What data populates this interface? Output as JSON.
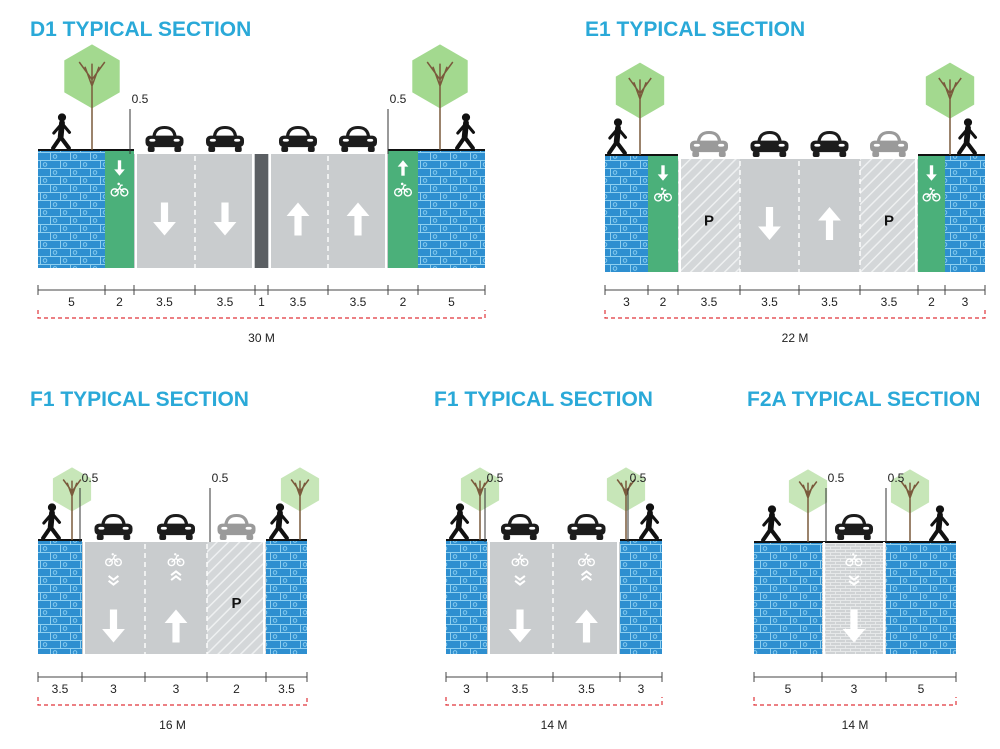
{
  "colors": {
    "title": "#2aa9d8",
    "sidewalk": "#2e8fd0",
    "sidewalk_line": "#8fd0f0",
    "bike": "#4bb07a",
    "road": "#c9ccce",
    "median": "#5b5f63",
    "tree": "#a3d98f",
    "tree_light": "#c7e6b8",
    "trunk": "#7a5a3c",
    "dim_dash": "#e0343a",
    "curb": "#111111"
  },
  "sections": [
    {
      "title": "D1 TYPICAL SECTION",
      "total": "30 M",
      "edge_labels": [
        "0.5",
        "0.5"
      ],
      "lanes": [
        {
          "type": "sidewalk",
          "width": "5"
        },
        {
          "type": "bike",
          "width": "2",
          "direction": "down"
        },
        {
          "type": "road",
          "width": "3.5",
          "direction": "down",
          "car": "dark"
        },
        {
          "type": "road",
          "width": "3.5",
          "direction": "down",
          "car": "dark"
        },
        {
          "type": "median",
          "width": "1"
        },
        {
          "type": "road",
          "width": "3.5",
          "direction": "up",
          "car": "dark"
        },
        {
          "type": "road",
          "width": "3.5",
          "direction": "up",
          "car": "dark"
        },
        {
          "type": "bike",
          "width": "2",
          "direction": "up"
        },
        {
          "type": "sidewalk",
          "width": "5"
        }
      ]
    },
    {
      "title": "E1 TYPICAL SECTION",
      "total": "22 M",
      "edge_labels": [],
      "lanes": [
        {
          "type": "sidewalk",
          "width": "3"
        },
        {
          "type": "bike",
          "width": "2",
          "direction": "down"
        },
        {
          "type": "parking",
          "width": "3.5",
          "label": "P",
          "car": "light"
        },
        {
          "type": "road",
          "width": "3.5",
          "direction": "down",
          "car": "dark"
        },
        {
          "type": "road",
          "width": "3.5",
          "direction": "up",
          "car": "dark"
        },
        {
          "type": "parking",
          "width": "3.5",
          "label": "P",
          "car": "light"
        },
        {
          "type": "bike",
          "width": "2",
          "direction": "down"
        },
        {
          "type": "sidewalk",
          "width": "3"
        }
      ]
    },
    {
      "title": "F1 TYPICAL SECTION",
      "total": "16 M",
      "edge_labels": [
        "0.5",
        "0.5"
      ],
      "lanes": [
        {
          "type": "sidewalk",
          "width": "3.5"
        },
        {
          "type": "shared",
          "width": "3",
          "direction": "down",
          "car": "dark"
        },
        {
          "type": "shared",
          "width": "3",
          "direction": "up",
          "car": "dark"
        },
        {
          "type": "parking",
          "width": "2",
          "label": "P",
          "car": "light"
        },
        {
          "type": "sidewalk",
          "width": "3.5"
        }
      ]
    },
    {
      "title": "F1 TYPICAL SECTION",
      "total": "14 M",
      "edge_labels": [
        "0.5",
        "0.5"
      ],
      "lanes": [
        {
          "type": "sidewalk",
          "width": "3"
        },
        {
          "type": "shared",
          "width": "3.5",
          "direction": "down",
          "car": "dark"
        },
        {
          "type": "shared",
          "width": "3.5",
          "direction": "up",
          "car": "dark"
        },
        {
          "type": "sidewalk",
          "width": "3"
        }
      ]
    },
    {
      "title": "F2A TYPICAL SECTION",
      "total": "14 M",
      "edge_labels": [
        "0.5",
        "0.5"
      ],
      "lanes": [
        {
          "type": "sidewalk",
          "width": "5"
        },
        {
          "type": "pavers",
          "width": "3",
          "direction": "down",
          "car": "dark"
        },
        {
          "type": "sidewalk",
          "width": "5"
        }
      ]
    }
  ]
}
